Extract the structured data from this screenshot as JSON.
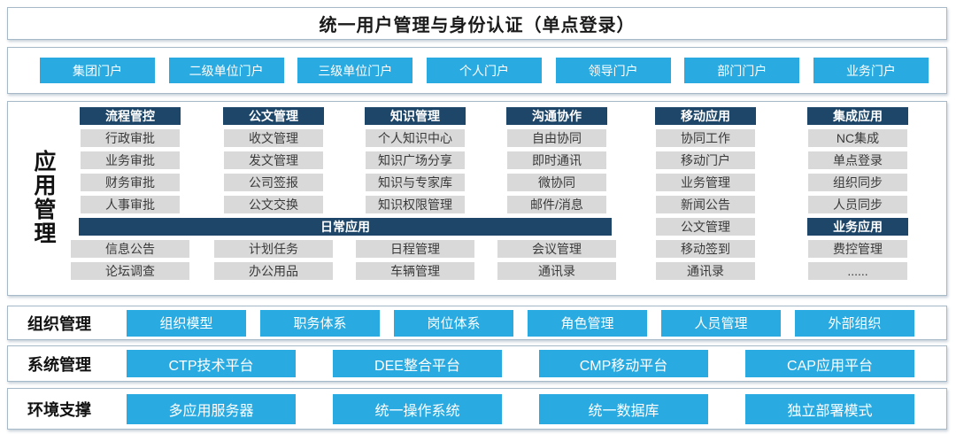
{
  "title": "统一用户管理与身份认证（单点登录）",
  "portal_bar": {
    "items": [
      "集团门户",
      "二级单位门户",
      "三级单位门户",
      "个人门户",
      "领导门户",
      "部门门户",
      "业务门户"
    ]
  },
  "app_section": {
    "label": "应用管理",
    "columns": [
      {
        "header": "流程管控",
        "items": [
          "行政审批",
          "业务审批",
          "财务审批",
          "人事审批"
        ]
      },
      {
        "header": "公文管理",
        "items": [
          "收文管理",
          "发文管理",
          "公司签报",
          "公文交换"
        ]
      },
      {
        "header": "知识管理",
        "items": [
          "个人知识中心",
          "知识广场分享",
          "知识与专家库",
          "知识权限管理"
        ]
      },
      {
        "header": "沟通协作",
        "items": [
          "自由协同",
          "即时通讯",
          "微协同",
          "邮件/消息"
        ]
      },
      {
        "header": "移动应用",
        "items": [
          "协同工作",
          "移动门户",
          "业务管理",
          "新闻公告",
          "公文管理",
          "移动签到",
          "通讯录"
        ]
      },
      {
        "header": "集成应用",
        "items": [
          "NC集成",
          "单点登录",
          "组织同步",
          "人员同步"
        ]
      }
    ],
    "daily": {
      "banner": "日常应用",
      "rows": [
        [
          "信息公告",
          "计划任务",
          "日程管理",
          "会议管理"
        ],
        [
          "论坛调查",
          "办公用品",
          "车辆管理",
          "通讯录"
        ]
      ]
    },
    "business": {
      "header": "业务应用",
      "items": [
        "费控管理",
        "......"
      ]
    }
  },
  "layers": [
    {
      "label": "组织管理",
      "buttons": [
        "组织模型",
        "职务体系",
        "岗位体系",
        "角色管理",
        "人员管理",
        "外部组织"
      ]
    },
    {
      "label": "系统管理",
      "buttons": [
        "CTP技术平台",
        "DEE整合平台",
        "CMP移动平台",
        "CAP应用平台"
      ]
    },
    {
      "label": "环境支撑",
      "buttons": [
        "多应用服务器",
        "统一操作系统",
        "统一数据库",
        "独立部署模式"
      ]
    }
  ],
  "colors": {
    "accent_blue": "#29abe2",
    "dark_navy": "#1d4668",
    "item_gray": "#d9d9d9",
    "panel_border": "#a6b9c9"
  }
}
